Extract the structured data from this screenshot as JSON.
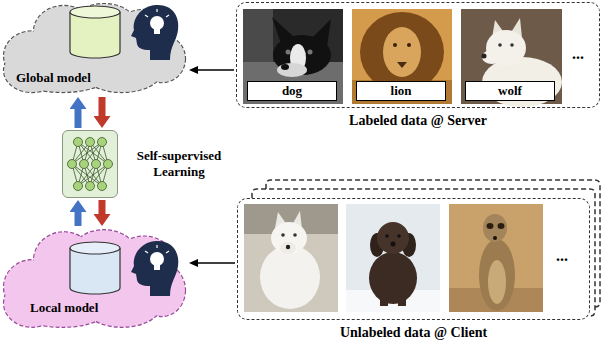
{
  "diagram": {
    "nodes": [
      {
        "text": [
          "Global model"
        ]
      },
      {
        "text": [
          "Labeled data @ Server"
        ]
      },
      {
        "text": [
          "dog"
        ],
        "in": 1
      },
      {
        "text": [
          "lion"
        ],
        "in": 1
      },
      {
        "text": [
          "wolf"
        ],
        "in": 1
      },
      {
        "text": [
          "Self-supervised Learning"
        ]
      },
      {
        "text": [
          "Local model"
        ]
      },
      {
        "text": [
          "Unlabeled data @ Client"
        ]
      }
    ],
    "edges": [
      {
        "from": 1,
        "to": 0,
        "arrow": "to"
      },
      {
        "from": 5,
        "to": 0,
        "arrow": "to"
      },
      {
        "from": 0,
        "to": 5,
        "arrow": "to"
      },
      {
        "from": 6,
        "to": 5,
        "arrow": "to"
      },
      {
        "from": 5,
        "to": 6,
        "arrow": "to"
      },
      {
        "from": 7,
        "to": 6,
        "arrow": "to"
      }
    ],
    "labels": [
      "...",
      "..."
    ]
  }
}
